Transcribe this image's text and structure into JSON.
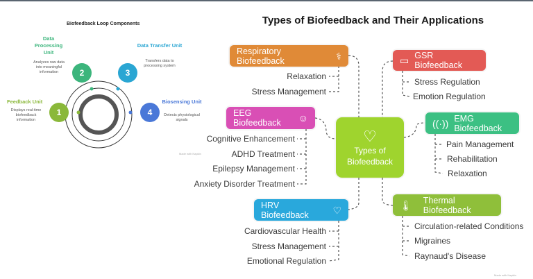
{
  "left": {
    "title": "Biofeedback Loop Components",
    "steps": [
      {
        "number": "1",
        "heading": "Feedback Unit",
        "description": "Displays real-time biofeedback information",
        "color": "#8ab83a"
      },
      {
        "number": "2",
        "heading": "Data Processing Unit",
        "description": "Analyzes raw data into meaningful information",
        "color": "#3cb57c"
      },
      {
        "number": "3",
        "heading": "Data Transfer Unit",
        "description": "Transfers data to processing system",
        "color": "#2aa6d3"
      },
      {
        "number": "4",
        "heading": "Biosensing Unit",
        "description": "Detects physiological signals",
        "color": "#4a78d8"
      }
    ],
    "watermark": "Made with Napkin"
  },
  "right": {
    "title": "Types of Biofeedback and Their Applications",
    "center": {
      "line1": "Types of",
      "line2": "Biofeedback",
      "icon": "heart-pulse-icon",
      "color": "#9fd42e"
    },
    "types": [
      {
        "label": "Respiratory Biofeedback",
        "icon": "lungs-icon",
        "color": "#e08a37",
        "items": [
          "Relaxation",
          "Stress Management"
        ]
      },
      {
        "label": "GSR Biofeedback",
        "icon": "monitor-pulse-icon",
        "color": "#e35a55",
        "items": [
          "Stress Regulation",
          "Emotion Regulation"
        ]
      },
      {
        "label": "EEG Biofeedback",
        "icon": "brain-person-icon",
        "color": "#d94fb5",
        "items": [
          "Cognitive Enhancement",
          "ADHD Treatment",
          "Epilepsy Management",
          "Anxiety Disorder Treatment"
        ]
      },
      {
        "label": "EMG Biofeedback",
        "icon": "muscle-signal-icon",
        "color": "#3cc083",
        "items": [
          "Pain Management",
          "Rehabilitation",
          "Relaxation"
        ]
      },
      {
        "label": "HRV Biofeedback",
        "icon": "heart-hand-icon",
        "color": "#29a8dc",
        "items": [
          "Cardiovascular Health",
          "Stress Management",
          "Emotional Regulation"
        ]
      },
      {
        "label": "Thermal Biofeedback",
        "icon": "thermometer-icon",
        "color": "#8fbf3a",
        "items": [
          "Circulation-related Conditions",
          "Migraines",
          "Raynaud's Disease"
        ]
      }
    ],
    "watermark": "Made with Napkin"
  }
}
